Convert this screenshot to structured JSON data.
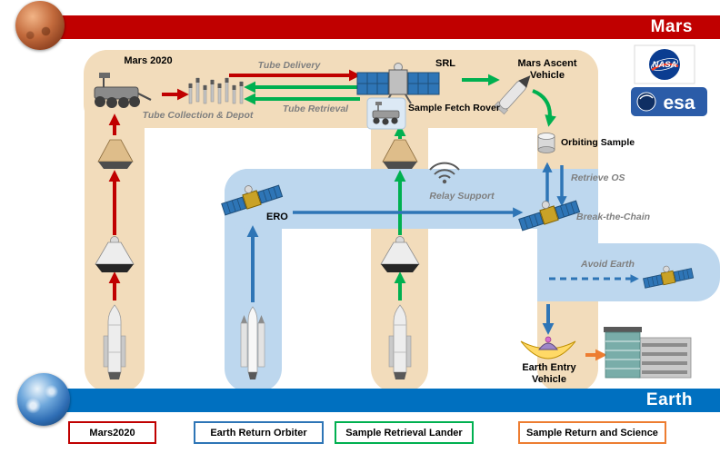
{
  "bars": {
    "mars": "Mars",
    "earth": "Earth"
  },
  "logos": {
    "nasa": "NASA",
    "esa": "esa"
  },
  "nodes": {
    "mars2020": "Mars 2020",
    "srl": "SRL",
    "sample_fetch_rover": "Sample Fetch Rover",
    "mav": "Mars Ascent Vehicle",
    "orbiting_sample": "Orbiting Sample",
    "ero": "ERO",
    "eev": "Earth Entry Vehicle"
  },
  "flows": {
    "tube_delivery": "Tube Delivery",
    "tube_collection": "Tube Collection & Depot",
    "tube_retrieval": "Tube Retrieval",
    "retrieve_os": "Retrieve OS",
    "break_the_chain": "Break-the-Chain",
    "avoid_earth": "Avoid Earth",
    "relay_support": "Relay Support"
  },
  "legend": [
    {
      "label": "Mars2020",
      "border": "#C00000"
    },
    {
      "label": "Earth Return Orbiter",
      "border": "#2E75B6"
    },
    {
      "label": "Sample Retrieval Lander",
      "border": "#00B050"
    },
    {
      "label": "Sample Return and Science",
      "border": "#ED7D31"
    }
  ],
  "colors": {
    "mars_bar": "#C00000",
    "earth_bar": "#0070C0",
    "mars2020_arrows": "#C00000",
    "srl_arrows": "#00B050",
    "ero_arrows": "#2E75B6",
    "science_arrow": "#ED7D31",
    "beige_track": "#F2DCBB",
    "blue_track": "#BDD7EE"
  }
}
